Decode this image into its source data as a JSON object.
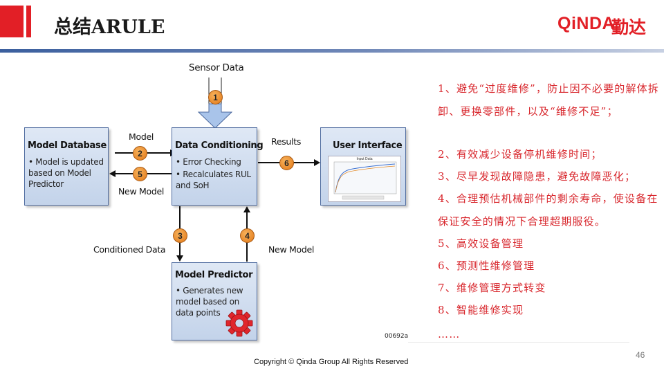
{
  "header": {
    "title": "总结ARULE",
    "logo_text": "QiNDA",
    "logo_cn": "勤达"
  },
  "diagram": {
    "sensor_label": "Sensor Data",
    "boxes": {
      "model_database": {
        "title": "Model Database",
        "items": [
          "• Model is updated based on Model Predictor"
        ]
      },
      "data_conditioning": {
        "title": "Data Conditioning",
        "items": [
          "• Error Checking",
          "• Recalculates RUL and SoH"
        ]
      },
      "user_interface": {
        "title": "User Interface",
        "chart_title": "Input Data"
      },
      "model_predictor": {
        "title": "Model Predictor",
        "items": [
          "• Generates new model based on data points"
        ]
      }
    },
    "flows": {
      "model": "Model",
      "new_model_left": "New Model",
      "results": "Results",
      "conditioned_data": "Conditioned Data",
      "new_model_bottom": "New Model"
    },
    "steps": [
      "1",
      "2",
      "3",
      "4",
      "5",
      "6"
    ],
    "ref_code": "00692a",
    "colors": {
      "box_fill": "#c9d8ee",
      "arrow_fill": "#a9c4ea",
      "badge": "#e8892b"
    }
  },
  "reasons": [
    "1、避免“过度维修”，防止因不必要的解体拆卸、更换零部件，以及“维修不足”；",
    "2、有效减少设备停机维修时间；",
    "3、尽早发现故障隐患，避免故障恶化；",
    "4、合理预估机械部件的剩余寿命，使设备在保证安全的情况下合理超期服役。",
    "5、高效设备管理",
    "6、预测性维修管理",
    "7、维修管理方式转变",
    "8、智能维修实现",
    "……"
  ],
  "footer": {
    "copyright": "Copyright © Qinda Group  All Rights Reserved",
    "page_number": "46"
  },
  "theme": {
    "accent": "#e21f26",
    "list_color": "#d8262c"
  }
}
